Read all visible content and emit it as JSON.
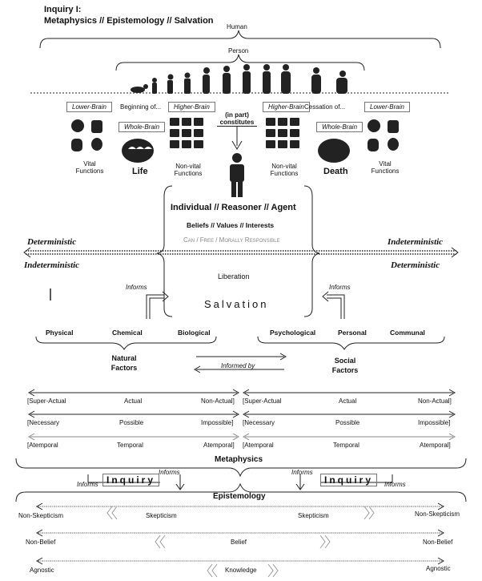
{
  "title": {
    "line1": "Inquiry I:",
    "line2": "Metaphysics // Epistemology // Salvation"
  },
  "top_labels": {
    "human": "Human",
    "person": "Person"
  },
  "brain_boxes": {
    "lower_left": "Lower-Brain",
    "higher_left": "Higher-Brain",
    "whole_left": "Whole-Brain",
    "higher_right": "Higher-Brain",
    "whole_right": "Whole-Brain",
    "lower_right": "Lower-Brain"
  },
  "beginning": "Beginning of...",
  "cessation": "Cessation of...",
  "in_part": {
    "l1": "(in part)",
    "l2": "constitutes"
  },
  "life": "Life",
  "death": "Death",
  "vital_left": {
    "l1": "Vital",
    "l2": "Functions"
  },
  "nonvital_left": {
    "l1": "Non-vital",
    "l2": "Functions"
  },
  "nonvital_right": {
    "l1": "Non-vital",
    "l2": "Functions"
  },
  "vital_right": {
    "l1": "Vital",
    "l2": "Functions"
  },
  "core": {
    "title": "Individual // Reasoner // Agent",
    "sub": "Beliefs // Values // Interests",
    "can": "Can / Free / Morally Responsible",
    "liberation": "Liberation",
    "salvation": "Salvation"
  },
  "determinism": {
    "det_left": "Deterministic",
    "indet_right": "Indeterministic",
    "indet_left": "Indeterministic",
    "det_right": "Deterministic"
  },
  "informs": "Informs",
  "informed_by": "Informed by",
  "natural": {
    "items": [
      "Physical",
      "Chemical",
      "Biological"
    ],
    "l1": "Natural",
    "l2": "Factors"
  },
  "social": {
    "items": [
      "Psychological",
      "Personal",
      "Communal"
    ],
    "l1": "Social",
    "l2": "Factors"
  },
  "scales": {
    "row1": [
      "[Super-Actual",
      "Actual",
      "Non-Actual]"
    ],
    "row2": [
      "[Necessary",
      "Possible",
      "Impossible]"
    ],
    "row3": [
      "[Atemporal",
      "Temporal",
      "Atemporal]"
    ]
  },
  "metaphysics": "Metaphysics",
  "inquiry": "Inquiry",
  "epistemology": "Epistemology",
  "epist_rows": {
    "r1": [
      "Non-Skepticism",
      "Skepticism",
      "Skepticism",
      "Non-Skepticism"
    ],
    "r2": [
      "Non-Belief",
      "Belief",
      "Non-Belief"
    ],
    "r3": [
      "Agnostic",
      "Knowledge",
      "Agnostic"
    ]
  },
  "colors": {
    "line": "#222222",
    "box_border": "#777777",
    "muted": "#888888"
  }
}
